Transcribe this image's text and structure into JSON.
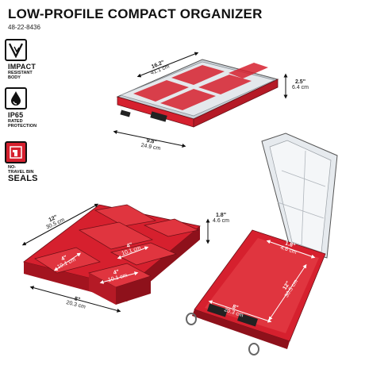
{
  "title": "LOW-PROFILE COMPACT ORGANIZER",
  "sku": "48-22-8436",
  "features": [
    {
      "icon": "impact-icon",
      "line1": "IMPACT",
      "line2": "RESISTANT",
      "line3": "BODY"
    },
    {
      "icon": "water-drop-icon",
      "line1": "IP65",
      "line2": "RATED",
      "line3": "PROTECTION"
    },
    {
      "icon": "bin-seal-icon",
      "line1": "NO-",
      "line2": "TRAVEL BIN",
      "line3": "SEALS"
    }
  ],
  "dims": {
    "length_in": "16.2\"",
    "length_cm": "41.1 cm",
    "height_in": "2.5\"",
    "height_cm": "6.4 cm",
    "width_in": "9.8\"",
    "width_cm": "24.9 cm",
    "bin_h_in": "1.8\"",
    "bin_h_cm": "4.6 cm",
    "bin_12_in": "12\"",
    "bin_12_cm": "30.5 cm",
    "bin_8_in": "8\"",
    "bin_8_cm": "20.3 cm",
    "small_a_in": "4\"",
    "small_a_cm": "10.1 cm",
    "small_b_in": "4\"",
    "small_b_cm": "10.1 cm",
    "small_c_in": "4\"",
    "small_c_cm": "10.1 cm",
    "lid_h_in": "1.8\"",
    "lid_h_cm": "4.6 cm",
    "lid_l_in": "12\"",
    "lid_l_cm": "30.5 cm",
    "lid_w_in": "8\"",
    "lid_w_cm": "20.3 cm"
  },
  "colors": {
    "red": "#d6202e",
    "dark_red": "#a3141f",
    "clear": "#e9ecef"
  }
}
